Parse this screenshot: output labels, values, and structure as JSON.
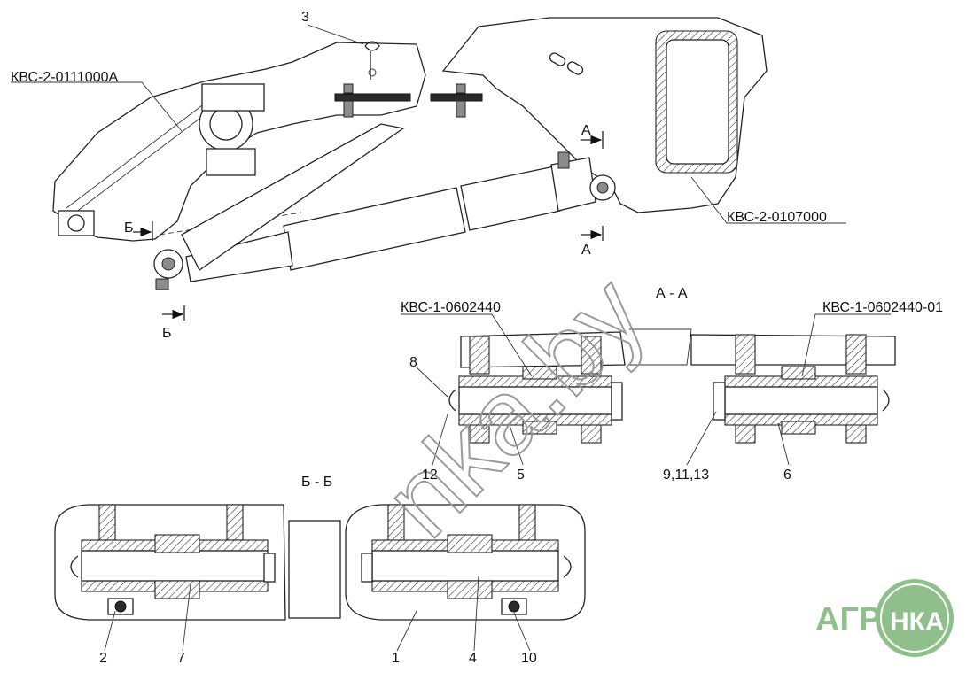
{
  "labels": {
    "assembly_main": "КВС-2-0111000А",
    "assembly_right": "КВС-2-0107000",
    "part_left": "КВС-1-0602440",
    "part_right": "КВС-1-0602440-01",
    "section_aa": "А - А",
    "section_bb": "Б - Б",
    "mark_a_top": "А",
    "mark_a_bottom": "А",
    "mark_b_top": "Б",
    "mark_b_bottom": "Б"
  },
  "callouts": {
    "c3": "3",
    "c8": "8",
    "c12": "12",
    "c5": "5",
    "c9_11_13": "9,11,13",
    "c6": "6",
    "c2": "2",
    "c7": "7",
    "c1": "1",
    "c4": "4",
    "c10": "10"
  },
  "watermark": "nka.by",
  "logo": {
    "text_left": "АГРО",
    "text_right": "НКА",
    "color": "#8fbf8a"
  },
  "colors": {
    "line": "#222222",
    "fill_grey": "#8c8c8c",
    "watermark": "#9a9a9a"
  }
}
